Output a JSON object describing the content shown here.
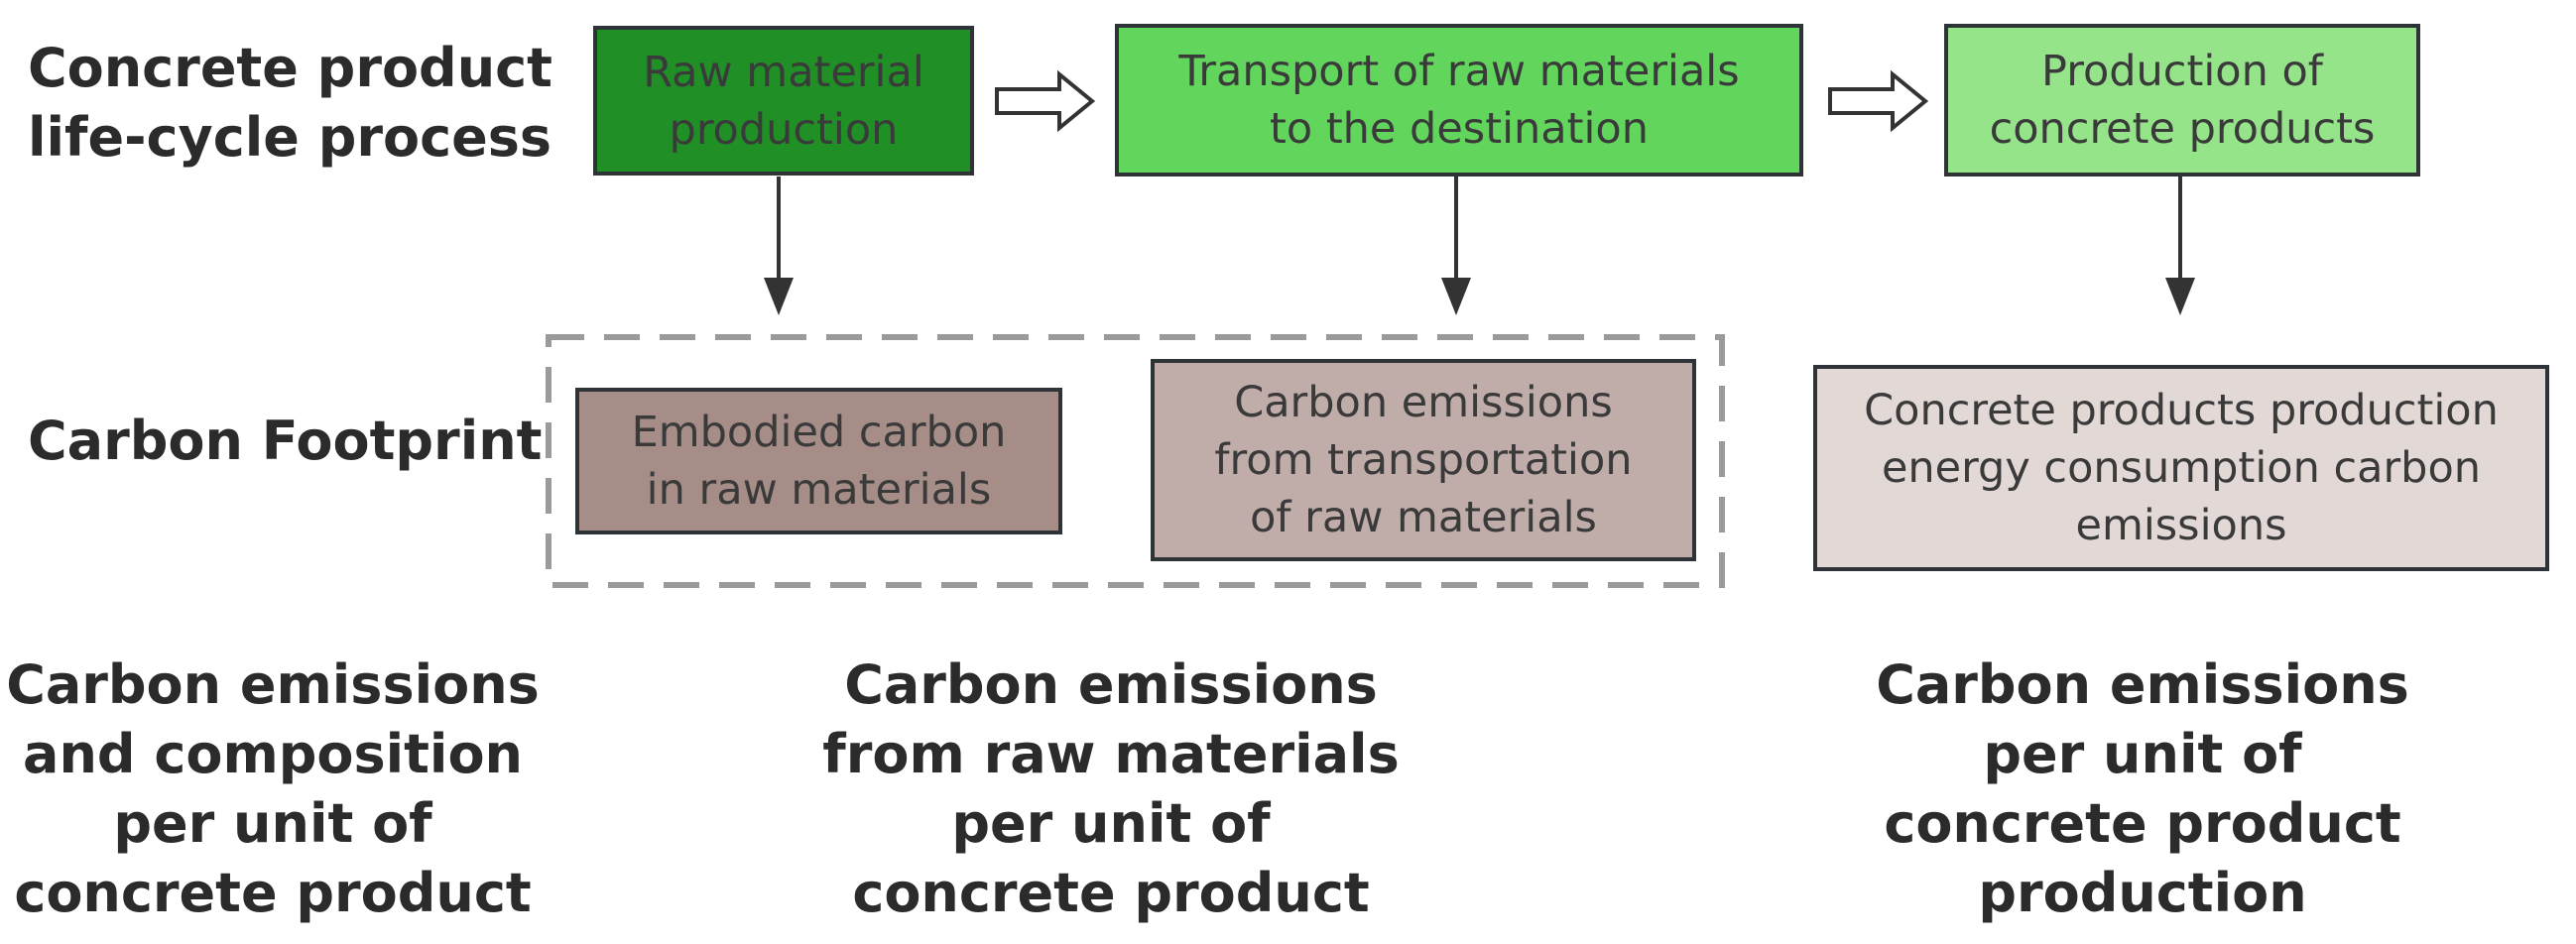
{
  "rows": {
    "lifecycle_label": "Concrete product\nlife-cycle process",
    "footprint_label": "Carbon Footprint"
  },
  "process": [
    {
      "label": "Raw material\nproduction",
      "fill": "#1f8f26"
    },
    {
      "label": "Transport of raw materials\nto the destination",
      "fill": "#62d65c"
    },
    {
      "label": "Production of\nconcrete products",
      "fill": "#95e48a"
    }
  ],
  "footprint": [
    {
      "label": "Embodied carbon\nin raw materials",
      "fill": "#a68d87"
    },
    {
      "label": "Carbon emissions\nfrom transportation\nof raw materials",
      "fill": "#c0adaa"
    },
    {
      "label": "Concrete products production\nenergy consumption carbon\nemissions",
      "fill": "#e2d8d6"
    }
  ],
  "results": [
    "Carbon emissions\nand composition\nper unit of\nconcrete product",
    "Carbon emissions\nfrom raw materials\nper unit of\nconcrete product",
    "Carbon emissions\nper unit of\nconcrete product\nproduction"
  ],
  "colors": {
    "border": "#2e3338",
    "arrow": "#333333",
    "dashed_group": "#9a9a9a",
    "text": "#2b2b2b"
  }
}
